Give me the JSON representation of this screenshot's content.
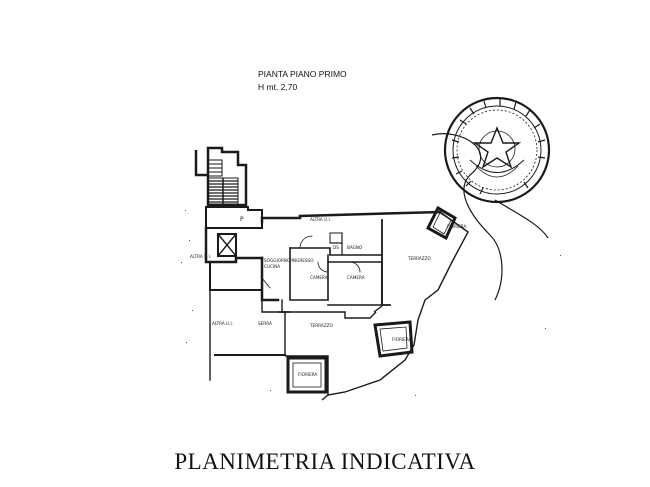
{
  "header": {
    "line1": "PIANTA PIANO PRIMO",
    "line2": "H mt. 2,70"
  },
  "rooms": {
    "altra_top": "ALTRA U.I.",
    "altra_left": "ALTRA U.I.",
    "altra_bottom": "ALTRA U.I.",
    "ingresso": "SOGGIORNO/INGRESSO",
    "cucina": "CUCINA",
    "camera1": "CAMERA",
    "camera2": "CAMERA",
    "bagno": "BAGNO",
    "ds": "DS",
    "terrazzo_right": "TERRAZZO",
    "terrazzo_bottom": "TERRAZZO",
    "serra": "SERRA",
    "fioriera1": "FIORIERA",
    "fioriera2": "FIORIERA",
    "fioriera3": "FIORIERA"
  },
  "caption": "PLANIMETRIA INDICATIVA",
  "colors": {
    "ink": "#1a1a1a",
    "paper": "#ffffff"
  }
}
